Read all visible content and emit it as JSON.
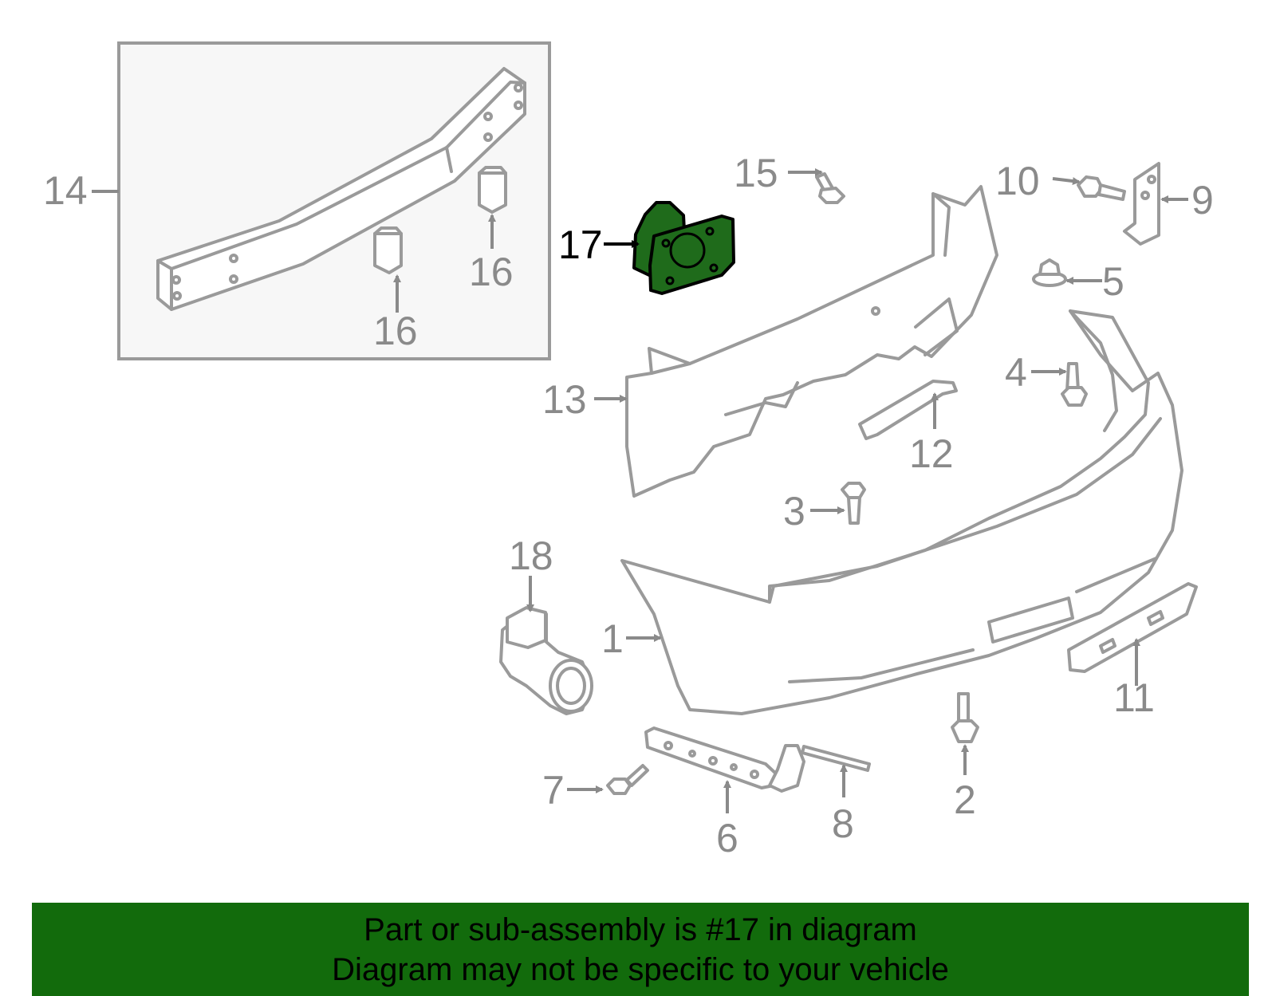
{
  "diagram": {
    "callouts": {
      "c1": "1",
      "c2": "2",
      "c3": "3",
      "c4": "4",
      "c5": "5",
      "c6": "6",
      "c7": "7",
      "c8": "8",
      "c9": "9",
      "c10": "10",
      "c11": "11",
      "c12": "12",
      "c13": "13",
      "c14": "14",
      "c15": "15",
      "c16a": "16",
      "c16b": "16",
      "c17": "17",
      "c18": "18"
    },
    "highlighted_part": "17",
    "colors": {
      "highlight": "#1f6b1b",
      "banner": "#126b0c",
      "line": "#9a9a9a"
    }
  },
  "banner": {
    "line1": "Part or sub-assembly is #17 in diagram",
    "line2": "Diagram may not be specific to your vehicle"
  }
}
